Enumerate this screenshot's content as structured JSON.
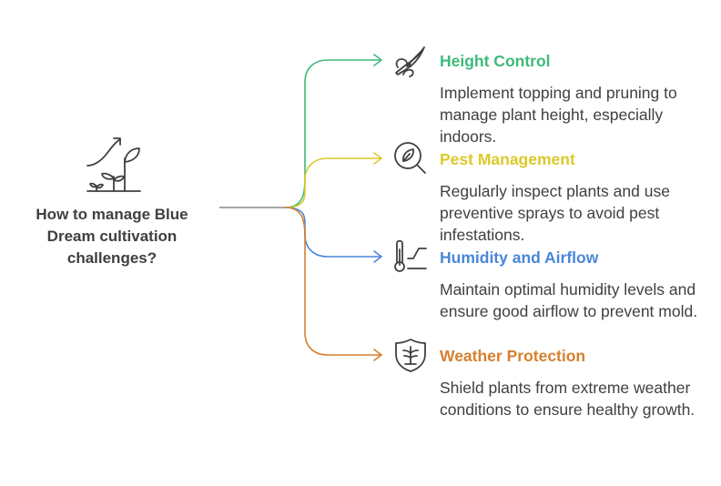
{
  "root": {
    "title": "How to manage Blue Dream cultivation challenges?",
    "icon": "plant-growth-icon"
  },
  "colors": {
    "trunk": "#888888",
    "icon_stroke": "#404040",
    "text": "#404040"
  },
  "branches": [
    {
      "title": "Height Control",
      "description": "Implement topping and pruning to manage plant height, especially indoors.",
      "color": "#3dba7a",
      "icon": "pruning-shears-icon"
    },
    {
      "title": "Pest Management",
      "description": "Regularly inspect plants and use preventive sprays to avoid pest infestations.",
      "color": "#dcc92a",
      "icon": "leaf-magnifier-icon"
    },
    {
      "title": "Humidity and Airflow",
      "description": "Maintain optimal humidity levels and ensure good airflow to prevent mold.",
      "color": "#4a86d8",
      "icon": "thermometer-icon"
    },
    {
      "title": "Weather Protection",
      "description": "Shield plants from extreme weather conditions to ensure healthy growth.",
      "color": "#d6802f",
      "icon": "shield-plant-icon"
    }
  ]
}
